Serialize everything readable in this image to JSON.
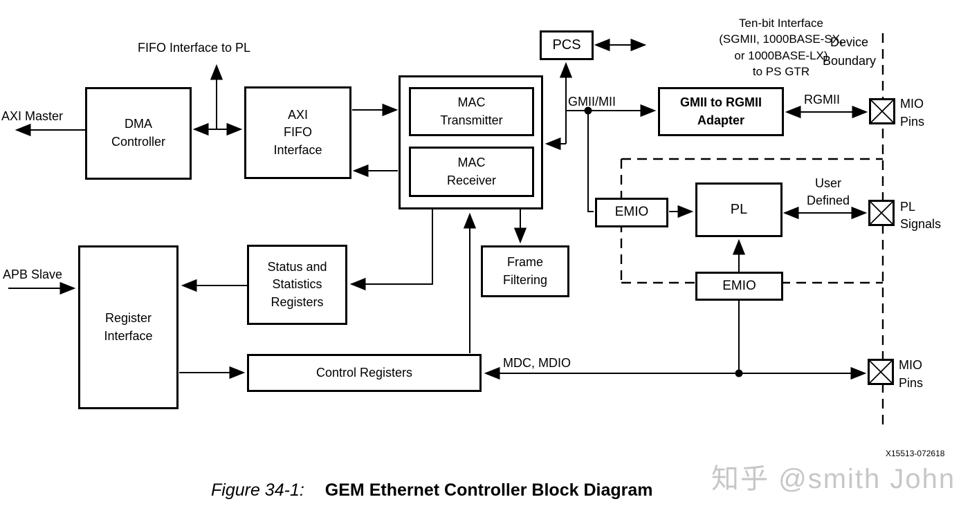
{
  "colors": {
    "line": "#000000",
    "background": "#ffffff",
    "watermark_gray": "#c7c7c7"
  },
  "blocks": {
    "dma_controller": "DMA\nController",
    "axi_fifo_interface": "AXI\nFIFO\nInterface",
    "mac_transmitter": "MAC\nTransmitter",
    "mac_receiver": "MAC\nReceiver",
    "pcs": "PCS",
    "gmii_to_rgmii_adapter": "GMII to RGMII\nAdapter",
    "register_interface": "Register\nInterface",
    "status_statistics_registers": "Status and\nStatistics\nRegisters",
    "frame_filtering": "Frame\nFiltering",
    "control_registers": "Control Registers",
    "emio_left": "EMIO",
    "pl": "PL",
    "emio_bottom": "EMIO"
  },
  "labels": {
    "axi_master": "AXI Master",
    "fifo_interface_to_pl": "FIFO Interface to PL",
    "gmii_mii": "GMII/MII",
    "ten_bit_interface": "Ten-bit Interface\n(SGMII, 1000BASE-SX,\nor 1000BASE-LX)\nto PS GTR",
    "device_boundary": "Device\nBoundary",
    "rgmii": "RGMII",
    "mio_pins_top": "MIO\nPins",
    "user_defined": "User\nDefined",
    "pl_signals": "PL\nSignals",
    "mio_pins_bottom": "MIO\nPins",
    "apb_slave": "APB Slave",
    "mdc_mdio": "MDC, MDIO"
  },
  "footer": {
    "doc_number": "X15513-072618",
    "watermark": "知乎 @smith John",
    "caption_label": "Figure 34-1:",
    "caption_title": "GEM Ethernet Controller Block Diagram"
  }
}
